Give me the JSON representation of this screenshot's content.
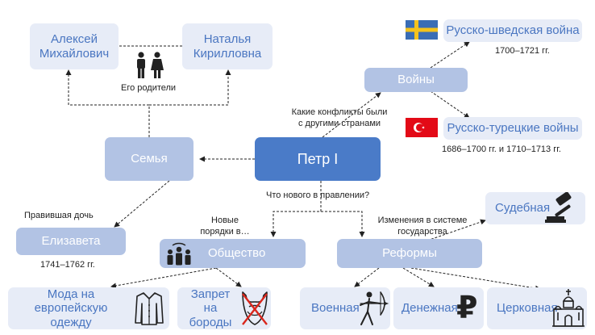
{
  "center": "Петр I",
  "family": {
    "label": "Семья",
    "father": "Алексей Михайлович",
    "mother": "Наталья Кирилловна",
    "parents_caption": "Его родители",
    "daughter_caption": "Правившая дочь",
    "daughter": "Елизавета",
    "daughter_years": "1741–1762 гг."
  },
  "wars": {
    "label": "Войны",
    "question": "Какие конфликты были с другими странами",
    "swedish": "Русско-шведская война",
    "swedish_years": "1700–1721 гг.",
    "turkish": "Русско-турецкие войны",
    "turkish_years": "1686–1700 гг. и 1710–1713 гг.",
    "colors": {
      "sweden_blue": "#3a6db5",
      "sweden_yellow": "#f4c21c",
      "turkey_red": "#e30a17"
    }
  },
  "rule": {
    "question": "Что нового в правлении?",
    "society_caption": "Новые порядки в…",
    "society": "Общество",
    "fashion": "Мода на европейскую одежду",
    "beards": "Запрет на бороды",
    "reforms_caption": "Изменения в системе государства",
    "reforms": "Реформы",
    "judicial": "Судебная",
    "military": "Военная",
    "monetary": "Денежная",
    "church": "Церковная"
  },
  "icons": {
    "parents": "man-woman-icon",
    "society": "people-group-icon",
    "shirt": "shirt-icon",
    "beard": "crossed-beard-icon",
    "gavel": "gavel-icon",
    "archer": "archer-icon",
    "ruble": "ruble-icon",
    "church": "church-icon",
    "ruble_glyph": "₽"
  },
  "colors": {
    "main": "#4a7bc8",
    "mid": "#b2c3e4",
    "light": "#e7ecf7",
    "light_text": "#4a76c1"
  }
}
